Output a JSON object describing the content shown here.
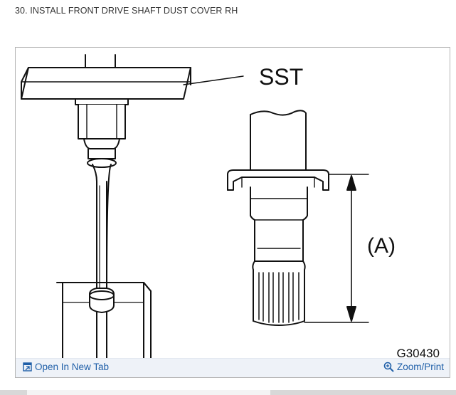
{
  "step": {
    "title": "30. INSTALL FRONT DRIVE SHAFT DUST COVER RH"
  },
  "figure": {
    "label_sst": "SST",
    "label_dimension": "(A)",
    "code": "G30430"
  },
  "toolbar": {
    "open_label": "Open In New Tab",
    "zoom_label": "Zoom/Print"
  },
  "colors": {
    "link": "#1f5fa8",
    "toolbar_bg": "#eef2f8",
    "frame_border": "#b5b5b5"
  },
  "icons": {
    "open": "open-in-new-tab-icon",
    "zoom": "zoom-icon"
  }
}
